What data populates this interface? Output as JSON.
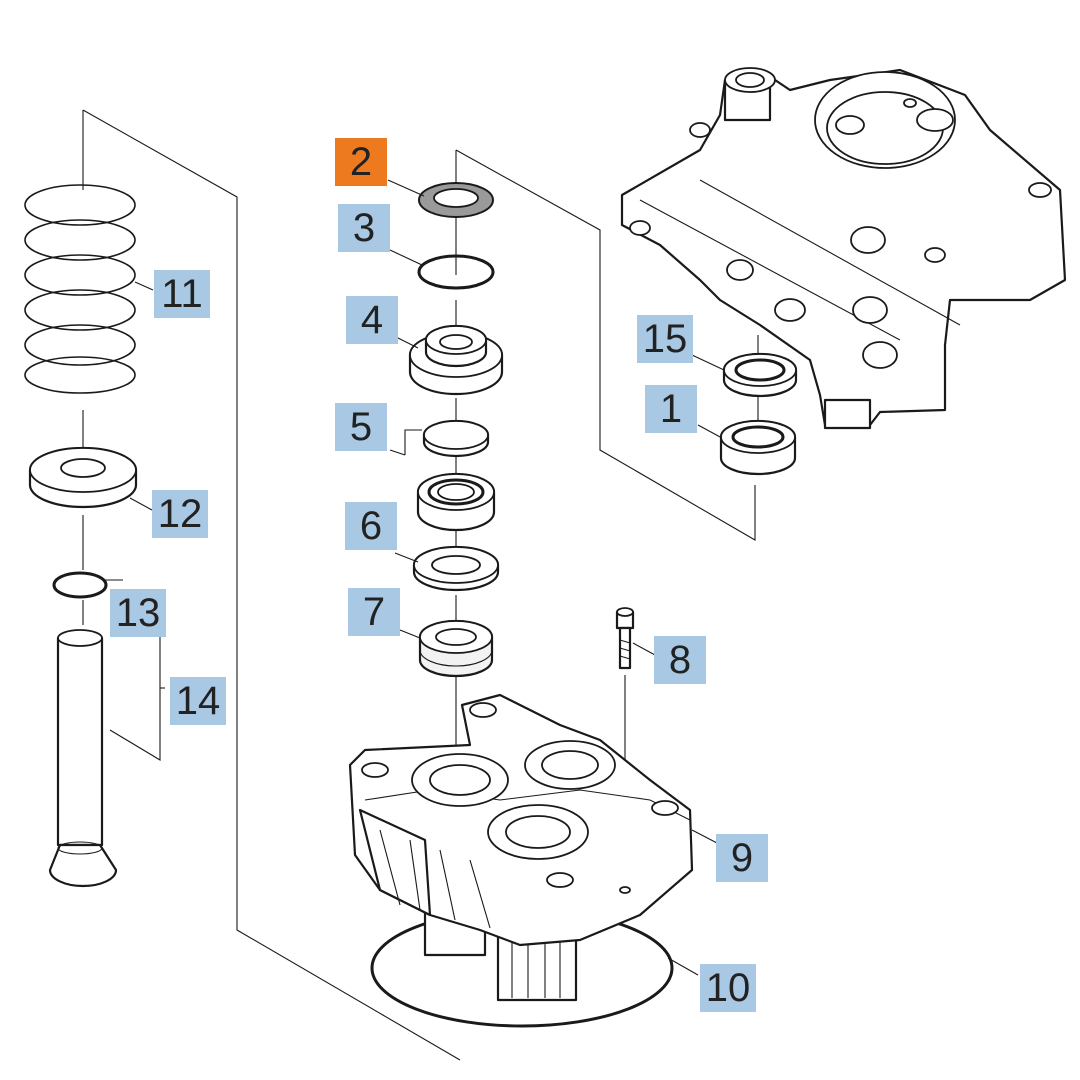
{
  "diagram": {
    "highlight_color": "#ee7a1f",
    "label_color": "#a9c8e3",
    "highlighted_part": "2",
    "callouts": [
      {
        "id": "c2",
        "label": "2",
        "highlighted": true
      },
      {
        "id": "c3",
        "label": "3",
        "highlighted": false
      },
      {
        "id": "c4",
        "label": "4",
        "highlighted": false
      },
      {
        "id": "c5",
        "label": "5",
        "highlighted": false
      },
      {
        "id": "c6",
        "label": "6",
        "highlighted": false
      },
      {
        "id": "c7",
        "label": "7",
        "highlighted": false
      },
      {
        "id": "c8",
        "label": "8",
        "highlighted": false
      },
      {
        "id": "c9",
        "label": "9",
        "highlighted": false
      },
      {
        "id": "c10",
        "label": "10",
        "highlighted": false
      },
      {
        "id": "c11",
        "label": "11",
        "highlighted": false
      },
      {
        "id": "c12",
        "label": "12",
        "highlighted": false
      },
      {
        "id": "c13",
        "label": "13",
        "highlighted": false
      },
      {
        "id": "c14",
        "label": "14",
        "highlighted": false
      },
      {
        "id": "c15",
        "label": "15",
        "highlighted": false
      },
      {
        "id": "c1",
        "label": "1",
        "highlighted": false
      }
    ]
  }
}
